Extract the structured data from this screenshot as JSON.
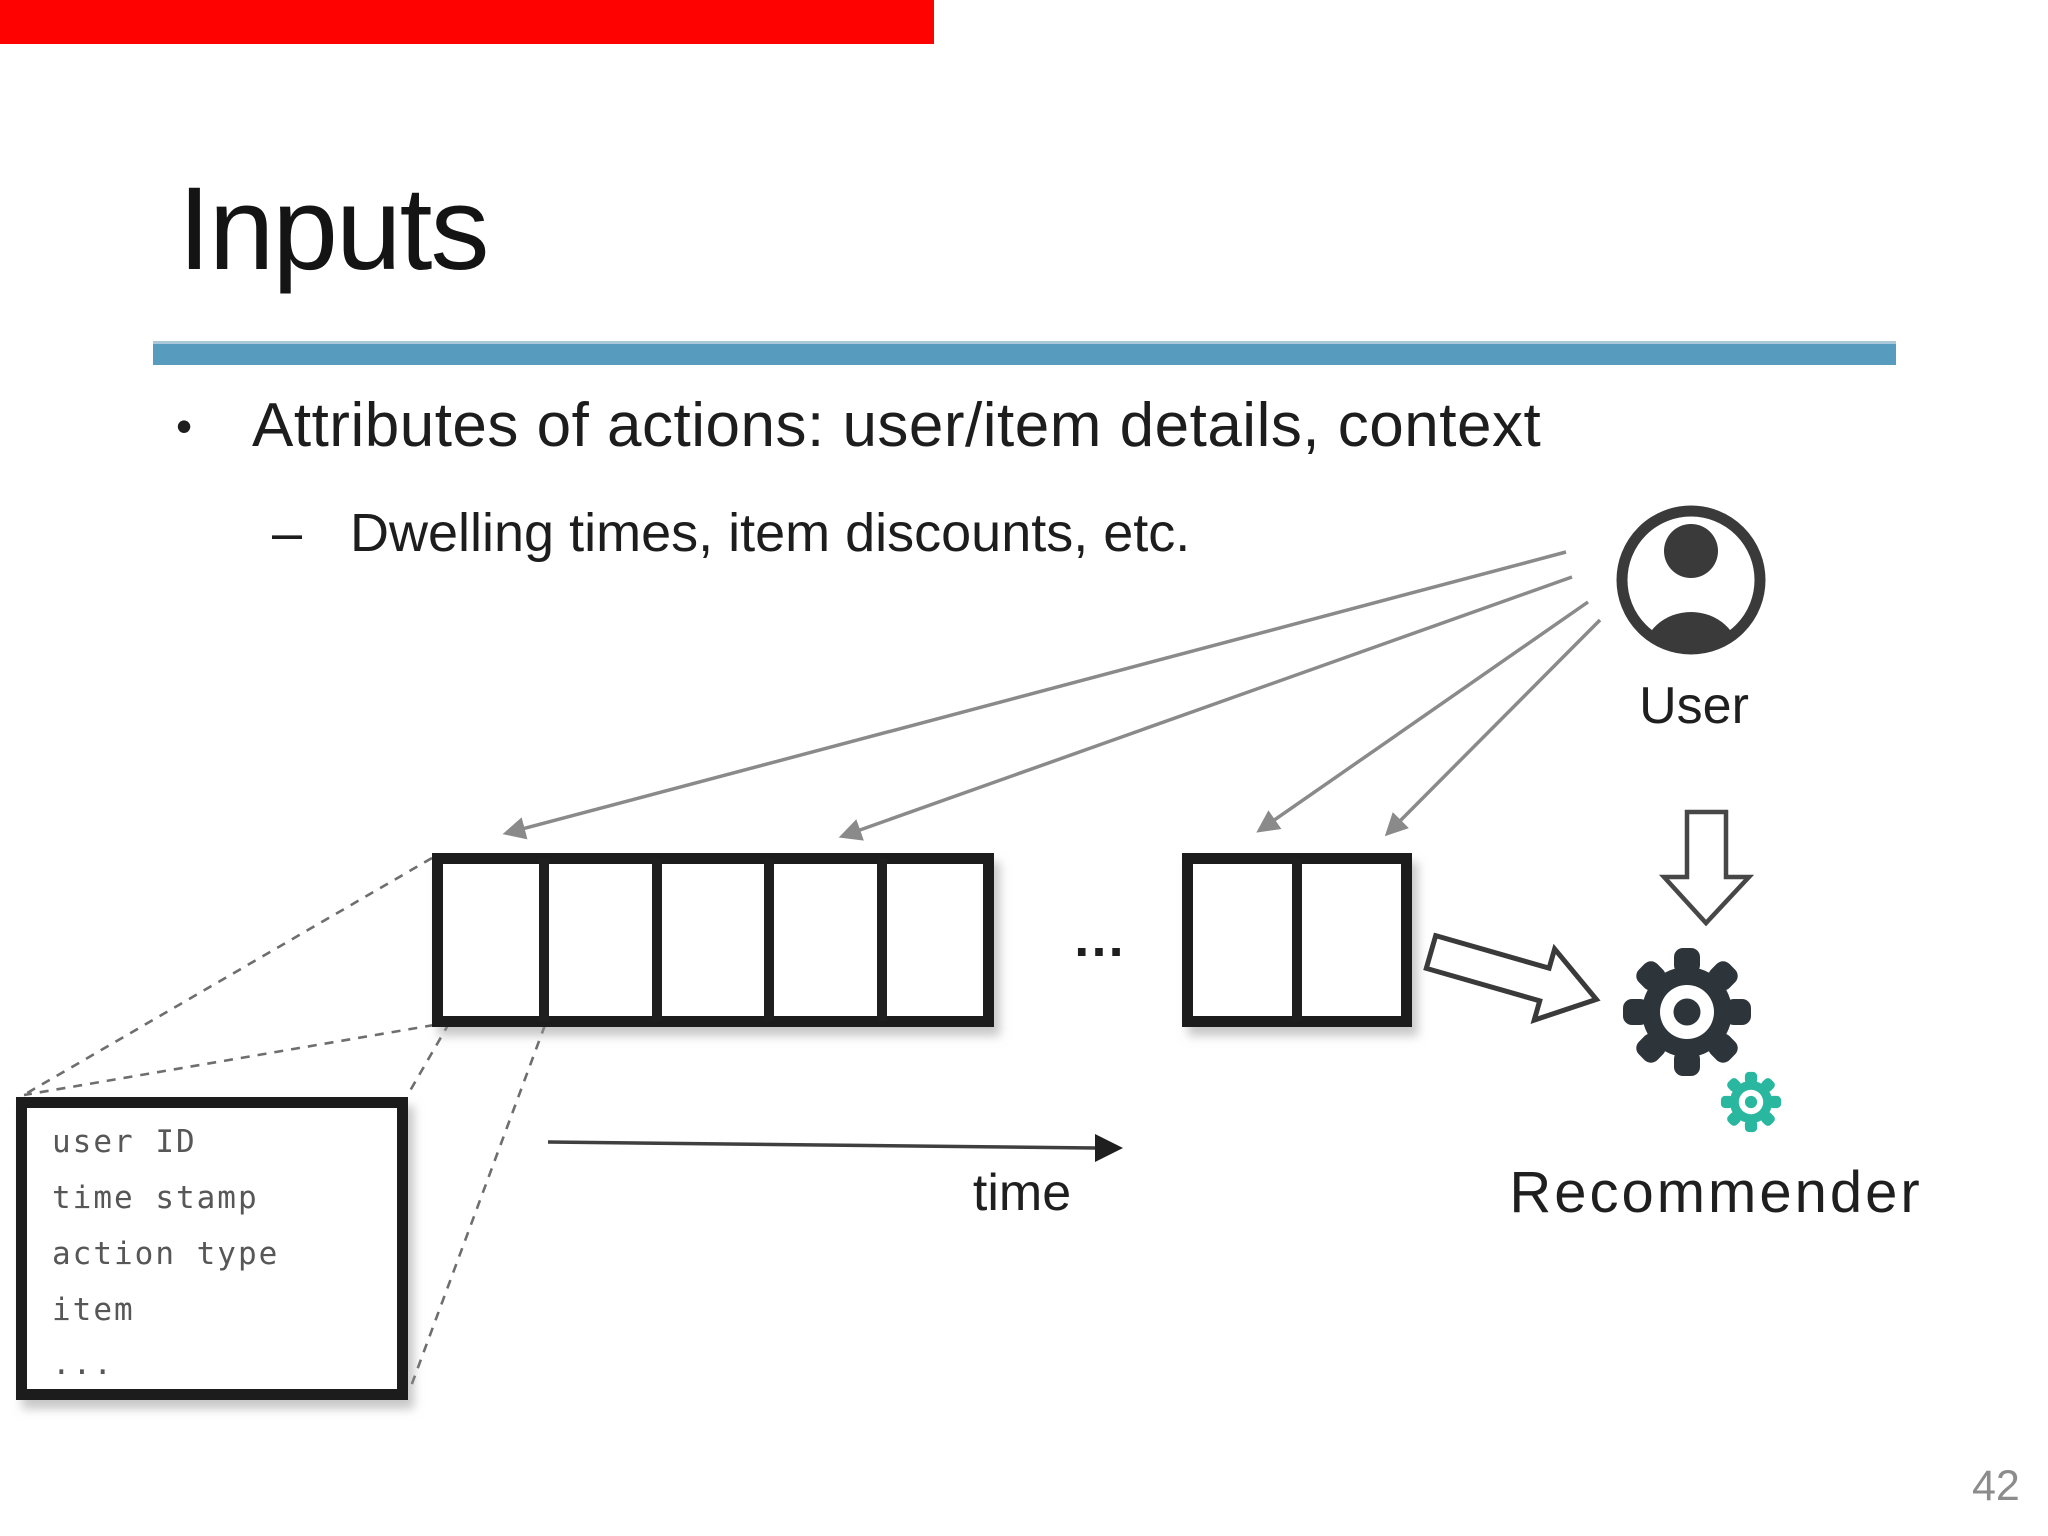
{
  "slide": {
    "title": "Inputs",
    "page_number": "42",
    "bullets": {
      "main_marker": "•",
      "main": "Attributes of actions: user/item details, context",
      "sub_marker": "–",
      "sub": "Dwelling times, item discounts, etc."
    },
    "diagram": {
      "user_label": "User",
      "time_label": "time",
      "recommender_label": "Recommender",
      "ellipsis": "…",
      "record_fields": [
        "user ID",
        "time stamp",
        "action type",
        "item",
        "..."
      ]
    },
    "colors": {
      "top_bar_red": "#fe0202",
      "divider_blue": "#579cbe",
      "arrow_gray": "#8a8a8a",
      "box_border_black": "#1f1f1f",
      "record_text_gray": "#575757",
      "gear_dark": "#2e353a",
      "gear_teal": "#29b79f",
      "page_number_gray": "#8c8c8c"
    }
  }
}
